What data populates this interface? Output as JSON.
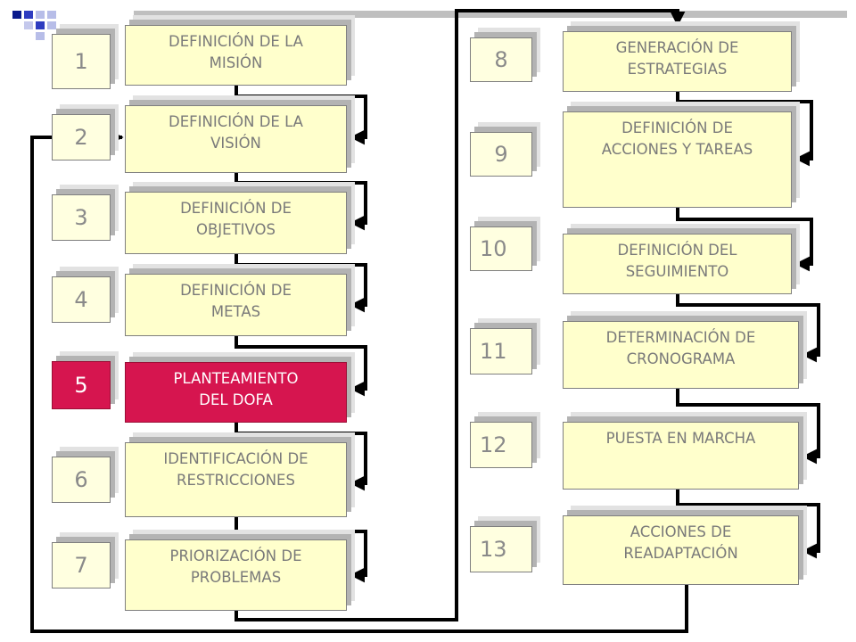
{
  "colors": {
    "box_fill": "#ffffcc",
    "box_text": "#7a7a7a",
    "active_fill": "#d6154f",
    "active_text": "#ffffff",
    "line": "#000000"
  },
  "active_step": "5",
  "steps": [
    {
      "n": "1",
      "label": "DEFINICIÓN DE LA\nMISIÓN"
    },
    {
      "n": "2",
      "label": "DEFINICIÓN DE LA\nVISIÓN"
    },
    {
      "n": "3",
      "label": "DEFINICIÓN DE\nOBJETIVOS"
    },
    {
      "n": "4",
      "label": "DEFINICIÓN DE\nMETAS"
    },
    {
      "n": "5",
      "label": "PLANTEAMIENTO\nDEL DOFA"
    },
    {
      "n": "6",
      "label": "IDENTIFICACIÓN DE\nRESTRICCIONES"
    },
    {
      "n": "7",
      "label": "PRIORIZACIÓN  DE\nPROBLEMAS"
    },
    {
      "n": "8",
      "label": "GENERACIÓN DE\nESTRATEGIAS"
    },
    {
      "n": "9",
      "label": "DEFINICIÓN DE\nACCIONES Y TAREAS"
    },
    {
      "n": "10",
      "label": "DEFINICIÓN DEL\nSEGUIMIENTO"
    },
    {
      "n": "11",
      "label": "DETERMINACIÓN DE\nCRONOGRAMA"
    },
    {
      "n": "12",
      "label": "PUESTA EN MARCHA"
    },
    {
      "n": "13",
      "label": "ACCIONES DE\nREADAPTACIÓN"
    }
  ]
}
